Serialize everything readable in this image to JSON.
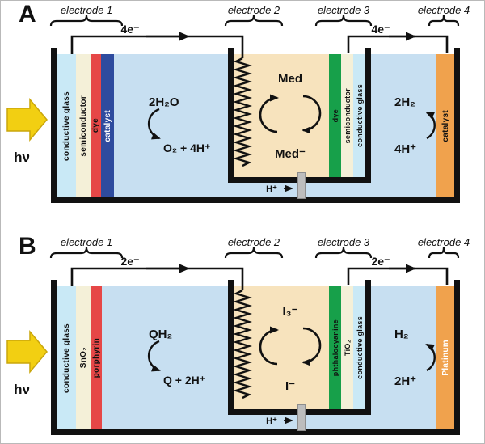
{
  "colors": {
    "electrolyte_blue": "#c7dff1",
    "conductive_glass": "#c9e9f6",
    "semiconductor_cream": "#f4f0d8",
    "dye_red": "#e64747",
    "catalyst_navy": "#2e4b9e",
    "dye_green": "#17a04a",
    "beaker_solution": "#f7e3bd",
    "catalyst_orange": "#f0a24d",
    "light_arrow_yellow": "#f2cf12",
    "membrane_gray": "#bdbdbd"
  },
  "panelA": {
    "label": "A",
    "electrode_labels": [
      "electrode 1",
      "electrode 2",
      "electrode 3",
      "electrode 4"
    ],
    "electron_flow_left": "4e⁻",
    "electron_flow_right": "4e⁻",
    "light_label": "hν",
    "electrode1_layers": [
      "conductive glass",
      "semiconductor",
      "dye",
      "catalyst"
    ],
    "anode_reactant": "2H₂O",
    "anode_product": "O₂ + 4H⁺",
    "mediator_top": "Med",
    "mediator_bottom": "Med⁻",
    "electrode3_layers": [
      "dye",
      "semiconductor",
      "conductive glass"
    ],
    "membrane_ion": "H⁺",
    "electrode4_layer": "catalyst",
    "cathode_product": "2H₂",
    "cathode_reactant": "4H⁺"
  },
  "panelB": {
    "label": "B",
    "electrode_labels": [
      "electrode 1",
      "electrode 2",
      "electrode 3",
      "electrode 4"
    ],
    "electron_flow_left": "2e⁻",
    "electron_flow_right": "2e⁻",
    "light_label": "hν",
    "electrode1_layers": [
      "conductive glass",
      "SnO₂",
      "porphyrin"
    ],
    "anode_reactant": "QH₂",
    "anode_product": "Q + 2H⁺",
    "mediator_top": "I₃⁻",
    "mediator_bottom": "I⁻",
    "electrode3_layers": [
      "phthalocyanine",
      "TiO₂",
      "conductive glass"
    ],
    "membrane_ion": "H⁺",
    "electrode4_layer": "Platinum",
    "cathode_product": "H₂",
    "cathode_reactant": "2H⁺"
  }
}
